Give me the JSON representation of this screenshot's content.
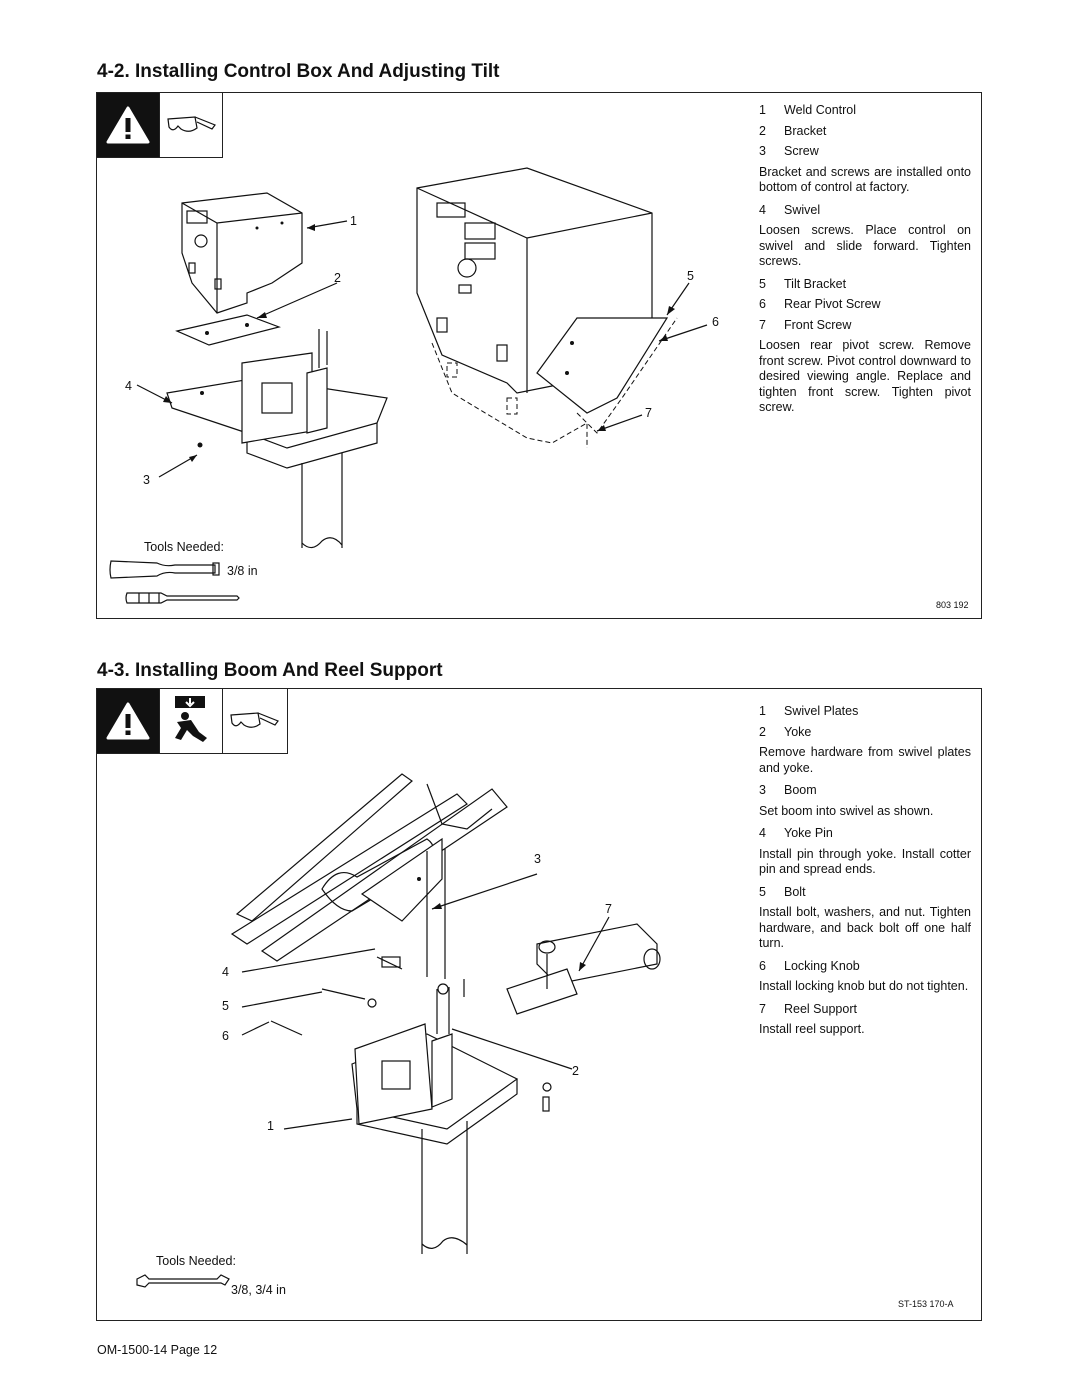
{
  "section1": {
    "title": "4-2.   Installing Control Box And Adjusting Tilt",
    "items": [
      {
        "num": "1",
        "label": "Weld Control"
      },
      {
        "num": "2",
        "label": "Bracket"
      },
      {
        "num": "3",
        "label": "Screw"
      }
    ],
    "note_a": "Bracket and screws are installed onto bottom of control at factory.",
    "item4": {
      "num": "4",
      "label": "Swivel"
    },
    "note_b": "Loosen screws. Place control on swivel and slide forward. Tighten screws.",
    "items2": [
      {
        "num": "5",
        "label": "Tilt Bracket"
      },
      {
        "num": "6",
        "label": "Rear Pivot Screw"
      },
      {
        "num": "7",
        "label": "Front Screw"
      }
    ],
    "note_c": "Loosen rear pivot screw. Remove front screw. Pivot control downward to desired viewing angle. Replace and tighten front screw. Tighten pivot screw.",
    "tools_label": "Tools Needed:",
    "tool_size": "3/8 in",
    "fig_number": "803 192",
    "callouts": [
      "1",
      "2",
      "3",
      "4",
      "5",
      "6",
      "7"
    ]
  },
  "section2": {
    "title": "4-3.   Installing Boom And Reel Support",
    "steps": [
      {
        "num": "1",
        "label": "Swivel Plates"
      },
      {
        "num": "2",
        "label": "Yoke",
        "desc": "Remove hardware from swivel plates and yoke."
      },
      {
        "num": "3",
        "label": "Boom",
        "desc": "Set boom into swivel as shown."
      },
      {
        "num": "4",
        "label": "Yoke Pin",
        "desc": "Install pin through yoke. Install cotter pin and spread ends."
      },
      {
        "num": "5",
        "label": "Bolt",
        "desc": "Install bolt, washers, and nut. Tighten hardware, and back bolt off one half turn."
      },
      {
        "num": "6",
        "label": "Locking Knob",
        "desc": "Install locking knob but do not tighten."
      },
      {
        "num": "7",
        "label": "Reel Support",
        "desc": "Install reel support."
      }
    ],
    "tools_label": "Tools Needed:",
    "tool_size": "3/8, 3/4 in",
    "fig_number": "ST-153 170-A",
    "callouts": [
      "3",
      "7",
      "4",
      "5",
      "6",
      "2",
      "1"
    ]
  },
  "footer": "OM-1500-14 Page 12",
  "icons": [
    "warning-icon",
    "safety-glasses-icon",
    "falling-object-icon",
    "wrench-icon",
    "screwdriver-icon"
  ]
}
